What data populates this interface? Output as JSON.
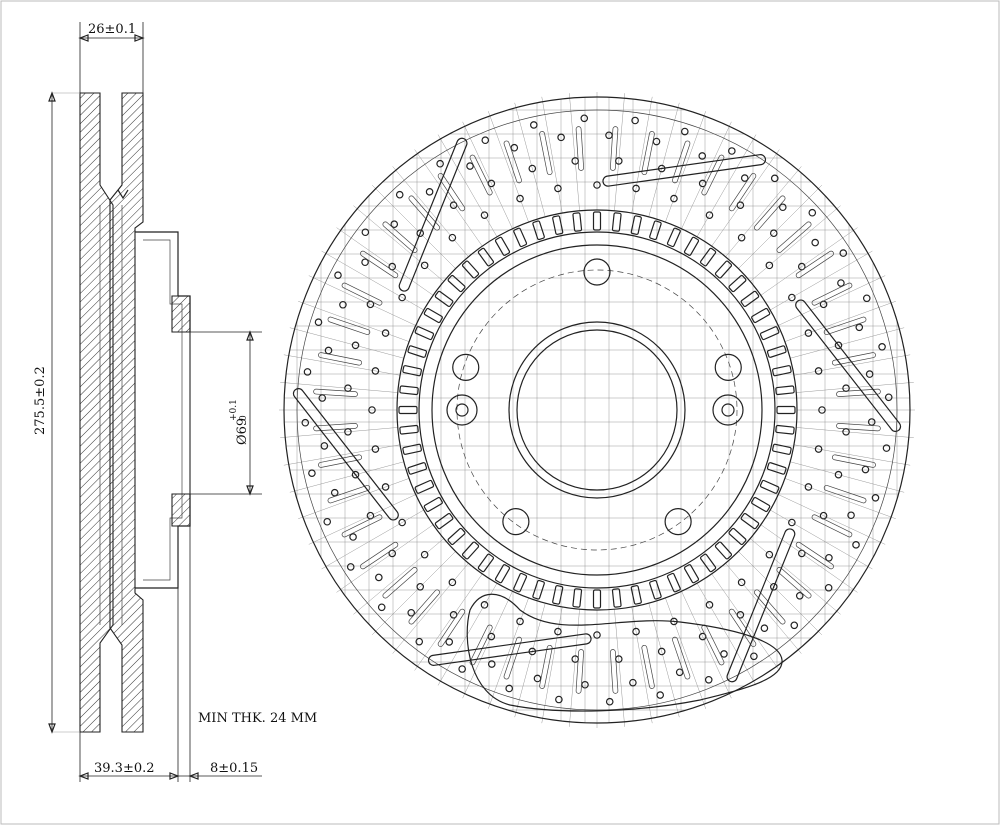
{
  "dimensions": {
    "hat_height": "26±0.1",
    "outer_diameter": "275.5±0.2",
    "center_bore_prefix": "Ø69",
    "center_bore_tol_upper": "+0.1",
    "center_bore_tol_lower": "0",
    "total_height": "39.3±0.2",
    "hat_thickness": "8±0.15",
    "min_thickness": "MIN THK. 24 MM"
  }
}
